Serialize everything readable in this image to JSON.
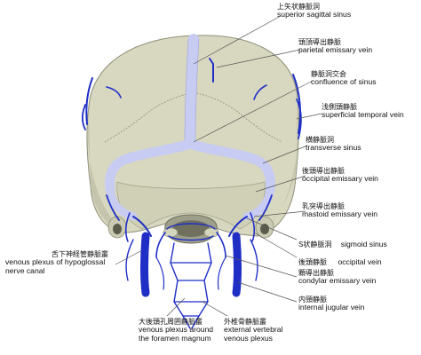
{
  "labels": {
    "superior_sagittal_sinus": {
      "jp": "上矢状静脈洞",
      "en": "superior sagittal sinus"
    },
    "parietal_emissary_vein": {
      "jp": "頭頂導出静脈",
      "en": "parietal emissary vein"
    },
    "confluence_of_sinus": {
      "jp": "静脈洞交会",
      "en": "confluence of sinus"
    },
    "superficial_temporal_vein": {
      "jp": "浅側頭静脈",
      "en": "superficial temporal vein"
    },
    "transverse_sinus": {
      "jp": "横静脈洞",
      "en": "transverse sinus"
    },
    "occipital_emissary_vein": {
      "jp": "後頭導出静脈",
      "en": "occipital emissary vein"
    },
    "mastoid_emissary_vein": {
      "jp": "乳突導出静脈",
      "en": "mastoid emissary vein"
    },
    "sigmoid_sinus": {
      "jp": "S状静脈洞",
      "en": "sigmoid sinus"
    },
    "occipital_vein": {
      "jp": "後頭静脈",
      "en": "occipital vein"
    },
    "condylar_emissary_vein": {
      "jp": "顆導出静脈",
      "en": "condylar emissary vein"
    },
    "internal_jugular_vein": {
      "jp": "内頸静脈",
      "en": "internal jugular vein"
    },
    "venous_plexus_hypoglossal": {
      "jp": "舌下神経管静脈叢",
      "en1": "venous plexus of hypoglossal",
      "en2": "nerve canal"
    },
    "venous_plexus_foramen_magnum": {
      "jp": "大後頭孔周囲静脈叢",
      "en1": "venous plexus around",
      "en2": "the foramen magnum"
    },
    "external_vertebral_venous_plexus": {
      "jp": "外椎骨静脈叢",
      "en1": "external vertebral",
      "en2": "venous plexus"
    }
  },
  "colors": {
    "bone": "#d8d8c0",
    "bone_shadow": "#a9aa92",
    "sinus": "#c8cbf2",
    "vein": "#1f2fc6",
    "leader": "#555555"
  }
}
